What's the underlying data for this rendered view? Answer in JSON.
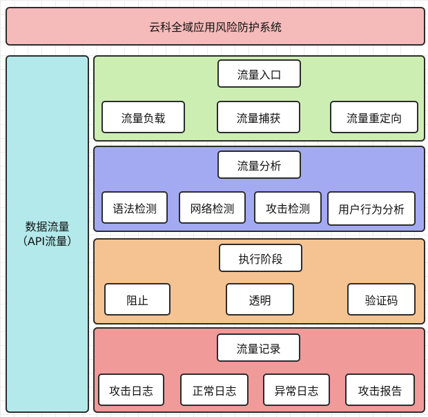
{
  "title": "云科全域应用风险防护系统",
  "side_panel": {
    "line1": "数据流量",
    "line2": "（API流量）"
  },
  "sections": [
    {
      "title": "流量入口",
      "items": [
        "流量负载",
        "流量捕获",
        "流量重定向"
      ]
    },
    {
      "title": "流量分析",
      "items": [
        "语法检测",
        "网络检测",
        "攻击检测",
        "用户行为分析"
      ]
    },
    {
      "title": "执行阶段",
      "items": [
        "阻止",
        "透明",
        "验证码"
      ]
    },
    {
      "title": "流量记录",
      "items": [
        "攻击日志",
        "正常日志",
        "异常日志",
        "攻击报告"
      ]
    }
  ],
  "colors": {
    "title_bar": "#f5baba",
    "side_panel": "#b3e9ea",
    "entry": "#cdeeb3",
    "analysis": "#a3aaf2",
    "execution": "#f5c392",
    "record": "#f19a9a",
    "label_fill": "#ffffff",
    "stroke": "#2b2b2b"
  }
}
